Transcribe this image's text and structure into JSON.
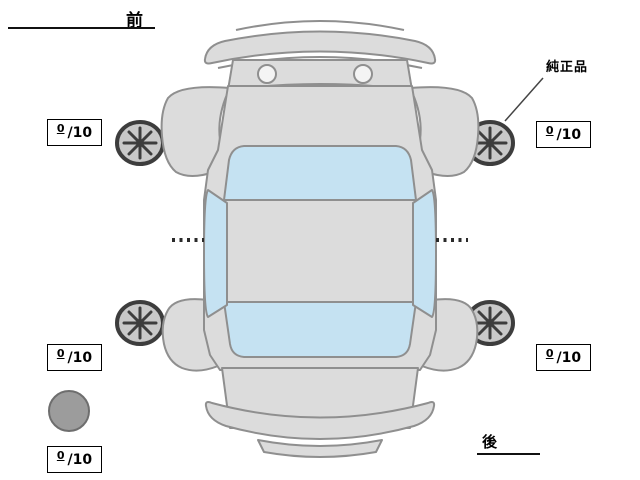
{
  "labels": {
    "front": "前",
    "rear": "後",
    "genuine_part": "純正品"
  },
  "tire_scores": {
    "front_left": {
      "value": "0",
      "denominator": "/10"
    },
    "front_right": {
      "value": "0",
      "denominator": "/10"
    },
    "rear_left": {
      "value": "0",
      "denominator": "/10"
    },
    "rear_right": {
      "value": "0",
      "denominator": "/10"
    },
    "spare": {
      "value": "0",
      "denominator": "/10"
    }
  },
  "colors": {
    "car_body": "#dcdcdc",
    "car_outline": "#8f8f8f",
    "window_glass": "#c5e2f2",
    "wheel_dark": "#3d3d3d",
    "spare_tire_fill": "#9c9c9c"
  }
}
